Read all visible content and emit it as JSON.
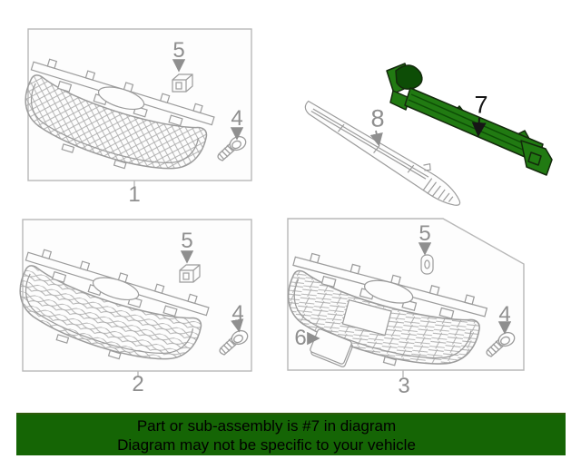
{
  "banner": {
    "line1": "Part or sub-assembly is #7 in diagram",
    "line2": "Diagram may not be specific to your vehicle",
    "bg_color": "#156505",
    "text_color": "#000000"
  },
  "callouts": {
    "grille_assembly_upper": "1",
    "grille_assembly_center": "2",
    "grille_assembly_lower": "3",
    "screw": "4",
    "clip": "5",
    "plate": "6",
    "impact_bar": "7",
    "lower_grille": "8"
  },
  "colors": {
    "highlight_part": "#217a12",
    "highlight_part_shadow": "#0d4d06",
    "line_art": "#9c9c9c",
    "box_border": "#b8b8b8",
    "label_gray": "#8f8f8f",
    "label_black": "#161616"
  }
}
